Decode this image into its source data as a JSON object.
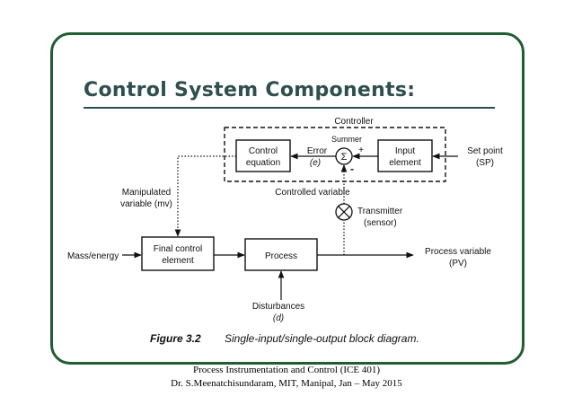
{
  "slide": {
    "title": "Control System Components:",
    "footer_line1": "Process Instrumentation and Control (ICE 401)",
    "footer_line2": "Dr. S.Meenatchisundaram, MIT, Manipal, Jan – May 2015"
  },
  "diagram": {
    "controller_label": "Controller",
    "control_equation_line1": "Control",
    "control_equation_line2": "equation",
    "error_line1": "Error",
    "error_line2": "(e)",
    "summer_label": "Summer",
    "sigma_symbol": "Σ",
    "plus_sign": "+",
    "minus_sign": "-",
    "input_element_line1": "Input",
    "input_element_line2": "element",
    "set_point_line1": "Set point",
    "set_point_line2": "(SP)",
    "manipulated_line1": "Manipulated",
    "manipulated_line2": "variable (mv)",
    "controlled_variable": "Controlled variable",
    "transmitter_line1": "Transmitter",
    "transmitter_line2": "(sensor)",
    "mass_energy": "Mass/energy",
    "final_control_line1": "Final control",
    "final_control_line2": "element",
    "process_label": "Process",
    "process_variable_line1": "Process variable",
    "process_variable_line2": "(PV)",
    "disturbances_line1": "Disturbances",
    "disturbances_line2": "(d)",
    "caption_label": "Figure 3.2",
    "caption_text": "Single-input/single-output block diagram."
  }
}
